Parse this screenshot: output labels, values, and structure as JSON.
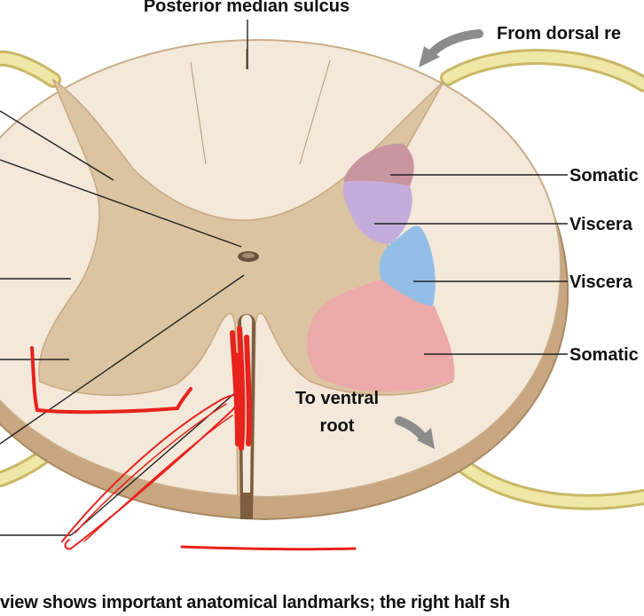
{
  "labels": {
    "top": "Posterior median sulcus",
    "dorsal": "From dorsal re",
    "somatic_sensory": "Somatic",
    "visceral_sensory": "Viscera",
    "visceral_motor": "Viscera",
    "somatic_motor": "Somatic",
    "ventral_line1": "To ventral",
    "ventral_line2": "root"
  },
  "caption": "view shows important anatomical landmarks; the right half sh",
  "colors": {
    "white_matter": "#f3e8d9",
    "gray_matter": "#dcc3a1",
    "outline": "#b89c78",
    "somatic_sensory": "#c9959f",
    "visceral_sensory": "#c5addb",
    "visceral_motor": "#93bfe6",
    "somatic_motor": "#eca9a9",
    "nerve_root": "#efe7a6",
    "annotation": "#e8221c"
  }
}
